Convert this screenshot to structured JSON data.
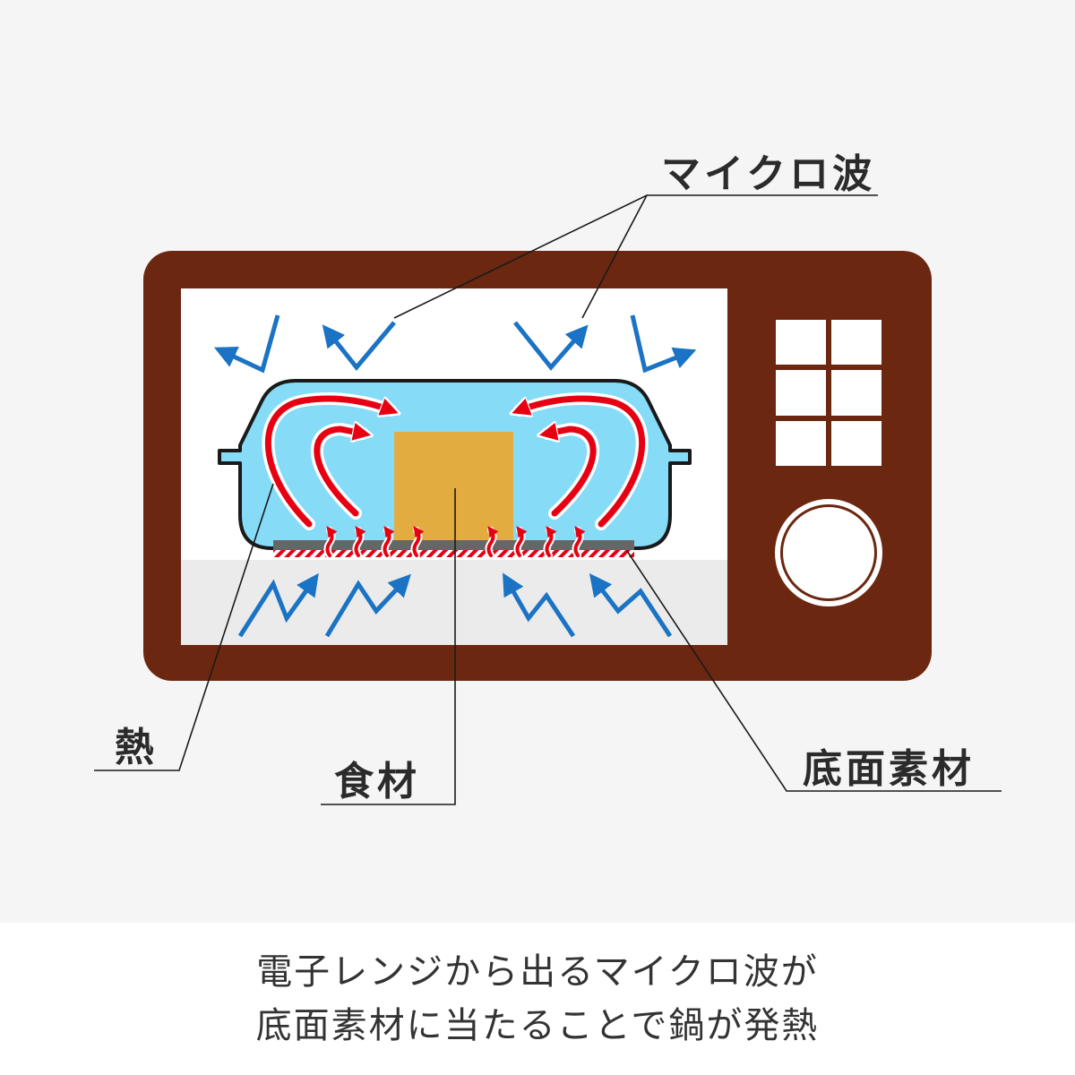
{
  "labels": {
    "microwave": "マイクロ波",
    "heat": "熱",
    "food": "食材",
    "bottom_material": "底面素材"
  },
  "caption": {
    "line1": "電子レンジから出るマイクロ波が",
    "line2": "底面素材に当たることで鍋が発熱"
  },
  "colors": {
    "microwave_body": "#6b2710",
    "pot": "#86dbf7",
    "food": "#e3ac40",
    "heat_arrow": "#e60012",
    "wave_arrow": "#1a73c4"
  }
}
